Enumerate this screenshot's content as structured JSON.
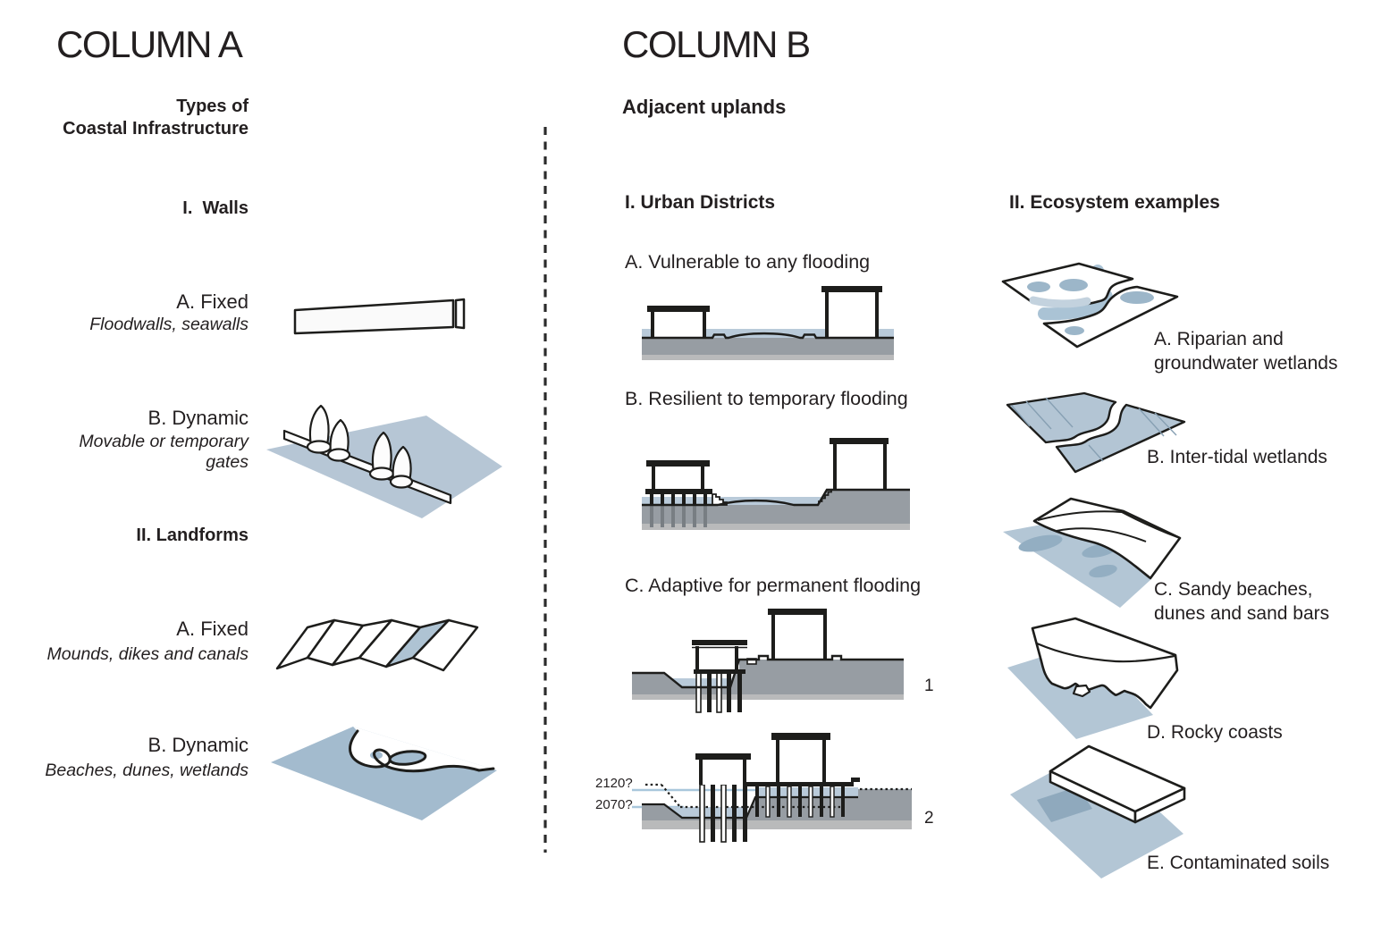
{
  "colors": {
    "ink": "#231f20",
    "outline": "#1d1d1b",
    "water_band": "#b9cad9",
    "plane_light": "#b6c6d5",
    "plane_dark": "#a3bbce",
    "blob_dark": "#93aec2",
    "ground_gray": "#979da3",
    "ground_light": "#b9babb",
    "sea_level_line": "#a9c7dc"
  },
  "column_a": {
    "title": "COLUMN A",
    "subtitle": "Types of\nCoastal Infrastructure",
    "sections": [
      {
        "heading": "I.  Walls",
        "items": [
          {
            "label": "A. Fixed",
            "desc": "Floodwalls, seawalls",
            "icon": "fixed-wall"
          },
          {
            "label": "B. Dynamic",
            "desc": "Movable or temporary gates",
            "icon": "movable-gates"
          }
        ]
      },
      {
        "heading": "II. Landforms",
        "items": [
          {
            "label": "A. Fixed",
            "desc": "Mounds, dikes and canals",
            "icon": "mounds-dikes-canals"
          },
          {
            "label": "B. Dynamic",
            "desc": "Beaches, dunes, wetlands",
            "icon": "beaches-dunes-wetlands"
          }
        ]
      }
    ]
  },
  "column_b": {
    "title": "COLUMN B",
    "subtitle": "Adjacent uplands",
    "urban": {
      "heading": "I. Urban Districts",
      "items": [
        {
          "label": "A. Vulnerable to any flooding"
        },
        {
          "label": "B. Resilient to temporary flooding"
        },
        {
          "label": "C. Adaptive for permanent flooding"
        }
      ],
      "figure_labels": [
        "1",
        "2"
      ],
      "sea_level_labels": [
        "2120?",
        "2070?"
      ]
    },
    "ecosystems": {
      "heading": "II. Ecosystem examples",
      "items": [
        {
          "label": "A. Riparian and\ngroundwater wetlands"
        },
        {
          "label": "B. Inter-tidal wetlands"
        },
        {
          "label": "C. Sandy beaches,\ndunes and sand bars"
        },
        {
          "label": "D. Rocky coasts"
        },
        {
          "label": "E. Contaminated soils"
        }
      ]
    }
  }
}
